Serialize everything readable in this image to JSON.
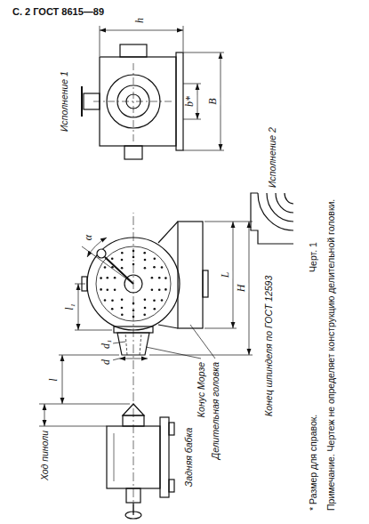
{
  "diagram": {
    "title": "С. 2 ГОСТ 8615—89",
    "caption": "Черт. 1",
    "labels": [
      "Исполнение 1",
      "Ход пиноли",
      "l",
      "Задняя бабка",
      "Конус Морзе",
      "Делительная головка",
      "H",
      "L",
      "Конец шпинделя по ГОСТ 12593",
      "Исполнение 2",
      "B",
      "b*",
      "h",
      "d",
      "d₁",
      "l₁",
      "α",
      "* Размер для справок.",
      "Примечание. Чертеж не определяет конструкцию делительной головки."
    ]
  }
}
